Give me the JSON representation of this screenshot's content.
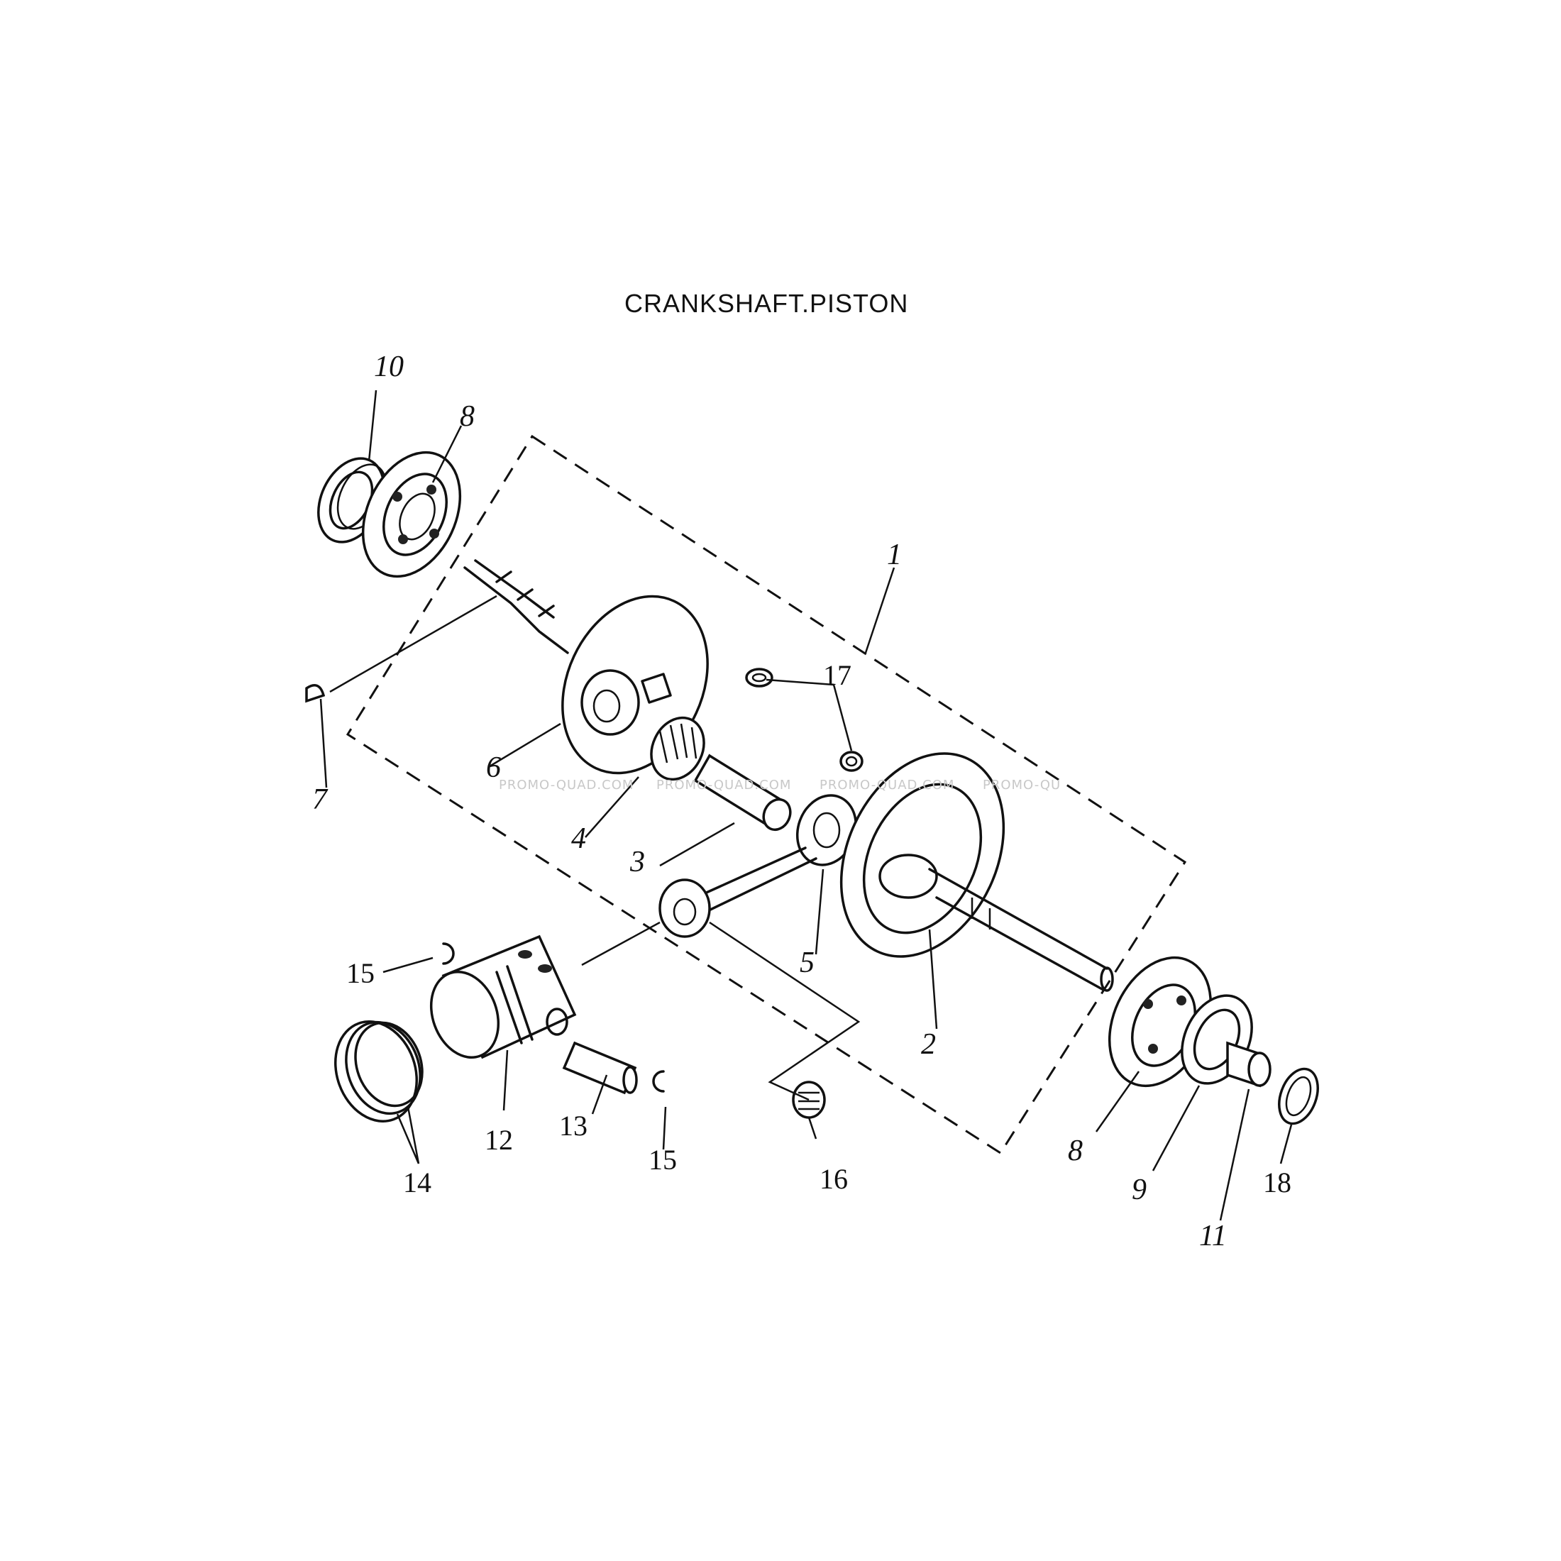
{
  "title": "CRANKSHAFT.PISTON",
  "watermark": "PROMO-QUAD.COM",
  "watermark_partial": "PROMO-QU",
  "callouts": {
    "c1": "1",
    "c2": "2",
    "c3": "3",
    "c4": "4",
    "c5": "5",
    "c6": "6",
    "c7": "7",
    "c8a": "8",
    "c8b": "8",
    "c9": "9",
    "c10": "10",
    "c11": "11",
    "c12": "12",
    "c13": "13",
    "c14": "14",
    "c15a": "15",
    "c15b": "15",
    "c16": "16",
    "c17": "17",
    "c18": "18"
  },
  "colors": {
    "ink": "#111111",
    "watermark": "#c8c8c8",
    "background": "#ffffff"
  }
}
